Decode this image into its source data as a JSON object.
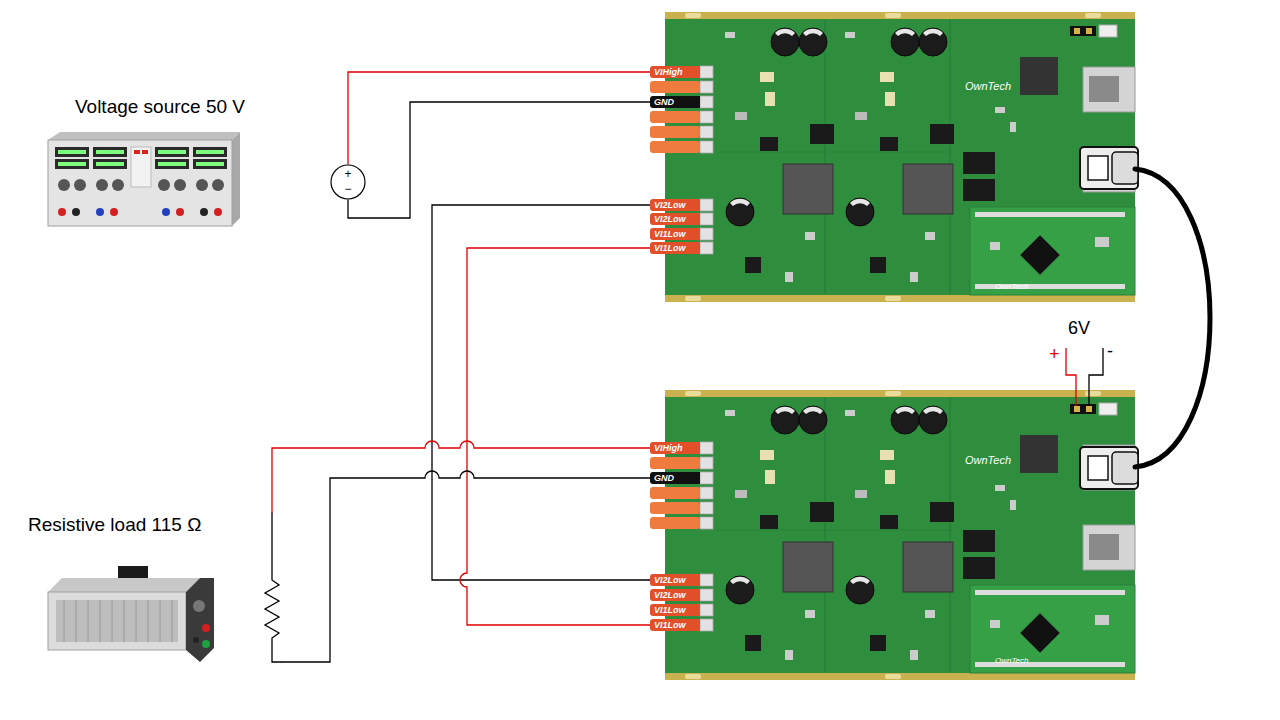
{
  "diagram": {
    "nodes": [
      {
        "text": [
          "Voltage source 50 V"
        ]
      },
      {
        "text": [
          "+",
          "−"
        ]
      },
      {
        "text": [
          "OwnTech",
          "OwnTech"
        ]
      },
      {
        "text": [
          "VIHigh"
        ],
        "in": 2
      },
      {
        "text": [
          "GND"
        ],
        "in": 2
      },
      {
        "text": [
          "VI2Low"
        ],
        "in": 2
      },
      {
        "text": [
          "VI2Low"
        ],
        "in": 2
      },
      {
        "text": [
          "VI1Low"
        ],
        "in": 2
      },
      {
        "text": [
          "VI1Low"
        ],
        "in": 2
      },
      {
        "text": [
          "OwnTech",
          "OwnTech"
        ]
      },
      {
        "text": [
          "VIHigh"
        ],
        "in": 9
      },
      {
        "text": [
          "GND"
        ],
        "in": 9
      },
      {
        "text": [
          "VI2Low"
        ],
        "in": 9
      },
      {
        "text": [
          "VI2Low"
        ],
        "in": 9
      },
      {
        "text": [
          "VI1Low"
        ],
        "in": 9
      },
      {
        "text": [
          "VI1Low"
        ],
        "in": 9
      },
      {
        "text": [
          "Resistive load 115 Ω"
        ]
      }
    ],
    "edges": [
      {
        "from": 3,
        "to": 1,
        "arrow": "none"
      },
      {
        "from": 4,
        "to": 1,
        "arrow": "none"
      },
      {
        "from": 5,
        "to": 12,
        "arrow": "none"
      },
      {
        "from": 8,
        "to": 15,
        "arrow": "none"
      },
      {
        "from": 10,
        "to": 16,
        "arrow": "none"
      },
      {
        "from": 11,
        "to": 16,
        "arrow": "none"
      },
      {
        "from": 2,
        "to": 9,
        "arrow": "none"
      }
    ],
    "labels": [
      "6V",
      "+",
      "-"
    ]
  }
}
